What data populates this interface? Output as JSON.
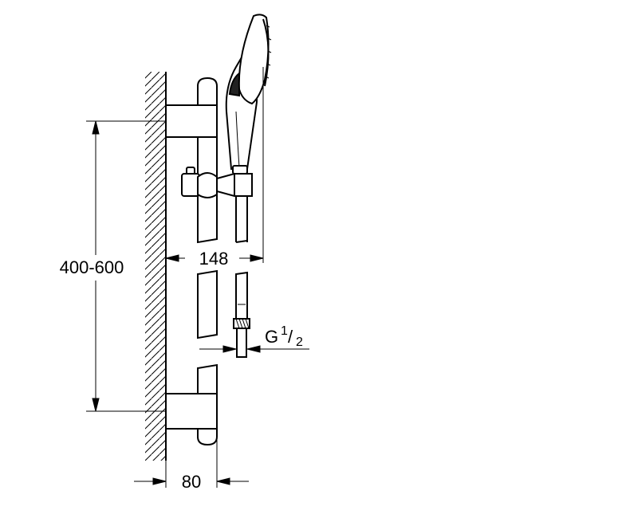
{
  "dimensions": {
    "height_range": "400-600",
    "hand_shower_offset": "148",
    "wall_depth": "80",
    "thread_prefix": "G",
    "thread_numerator": "1",
    "thread_separator": "/",
    "thread_denominator": "2"
  }
}
